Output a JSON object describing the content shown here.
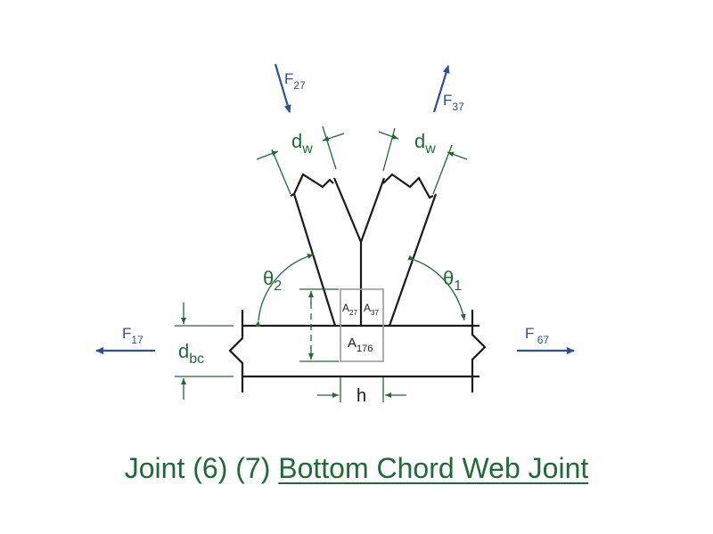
{
  "labels": {
    "f27": {
      "main": "F",
      "sub": "27"
    },
    "f37": {
      "main": "F",
      "sub": "37"
    },
    "f17": {
      "main": "F",
      "sub": "17"
    },
    "f67": {
      "main": "F",
      "sub": " 67"
    },
    "dw_left": {
      "main": "d",
      "sub": "w"
    },
    "dw_right": {
      "main": "d",
      "sub": "w"
    },
    "theta2": {
      "main": "θ",
      "sub": "2"
    },
    "theta1": {
      "main": "θ",
      "sub": "1"
    },
    "dbc": {
      "main": "d",
      "sub": "bc"
    },
    "a27": {
      "main": "A",
      "sub": "27"
    },
    "a37": {
      "main": "A",
      "sub": "37"
    },
    "a176": {
      "main": "A",
      "sub": "176"
    },
    "h": "h"
  },
  "caption": {
    "prefix": "Joint (6) (7) ",
    "underlined": "Bottom Chord Web Joint"
  },
  "colors": {
    "structure": "#1a1a1a",
    "dimension": "#1e6b35",
    "force": "#2b4fa3",
    "box": "#999999"
  }
}
